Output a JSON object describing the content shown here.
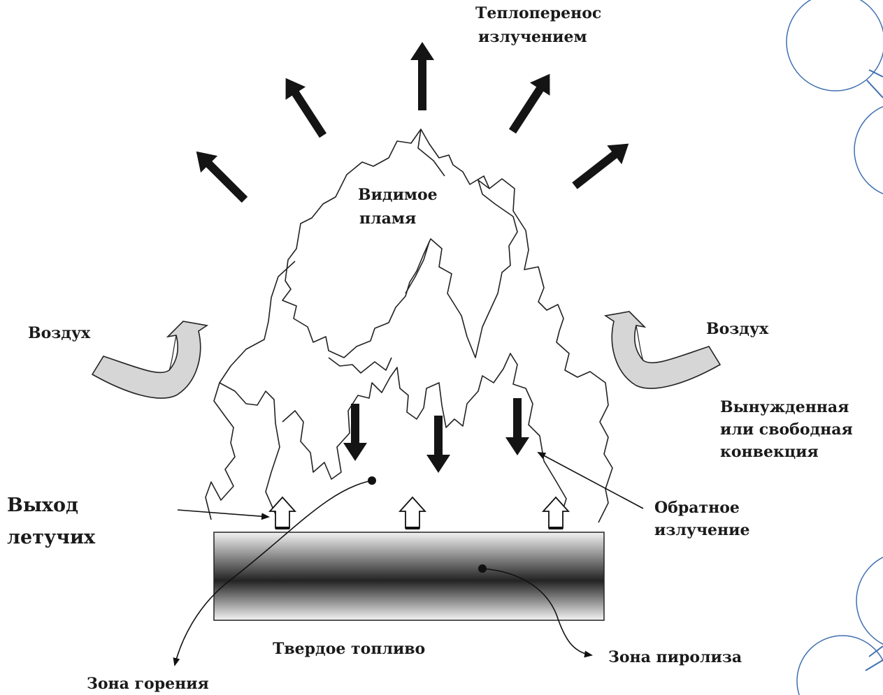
{
  "labels": {
    "radiation_line1": "Теплоперенос",
    "radiation_line2": "излучением",
    "visible_flame_line1": "Видимое",
    "visible_flame_line2": "пламя",
    "air_left": "Воздух",
    "air_right": "Воздух",
    "convection_line1": "Вынужденная",
    "convection_line2": "или свободная",
    "convection_line3": "конвекция",
    "volatiles_line1": "Выход",
    "volatiles_line2": "летучих",
    "back_radiation_line1": "Обратное",
    "back_radiation_line2": "излучение",
    "solid_fuel": "Твердое топливо",
    "combustion_zone": "Зона горения",
    "pyrolysis_zone": "Зона пиролиза"
  },
  "colors": {
    "ink": "#141414",
    "air_arrow_fill": "#d6d6d6",
    "slide_accent": "#3f6fb0"
  }
}
